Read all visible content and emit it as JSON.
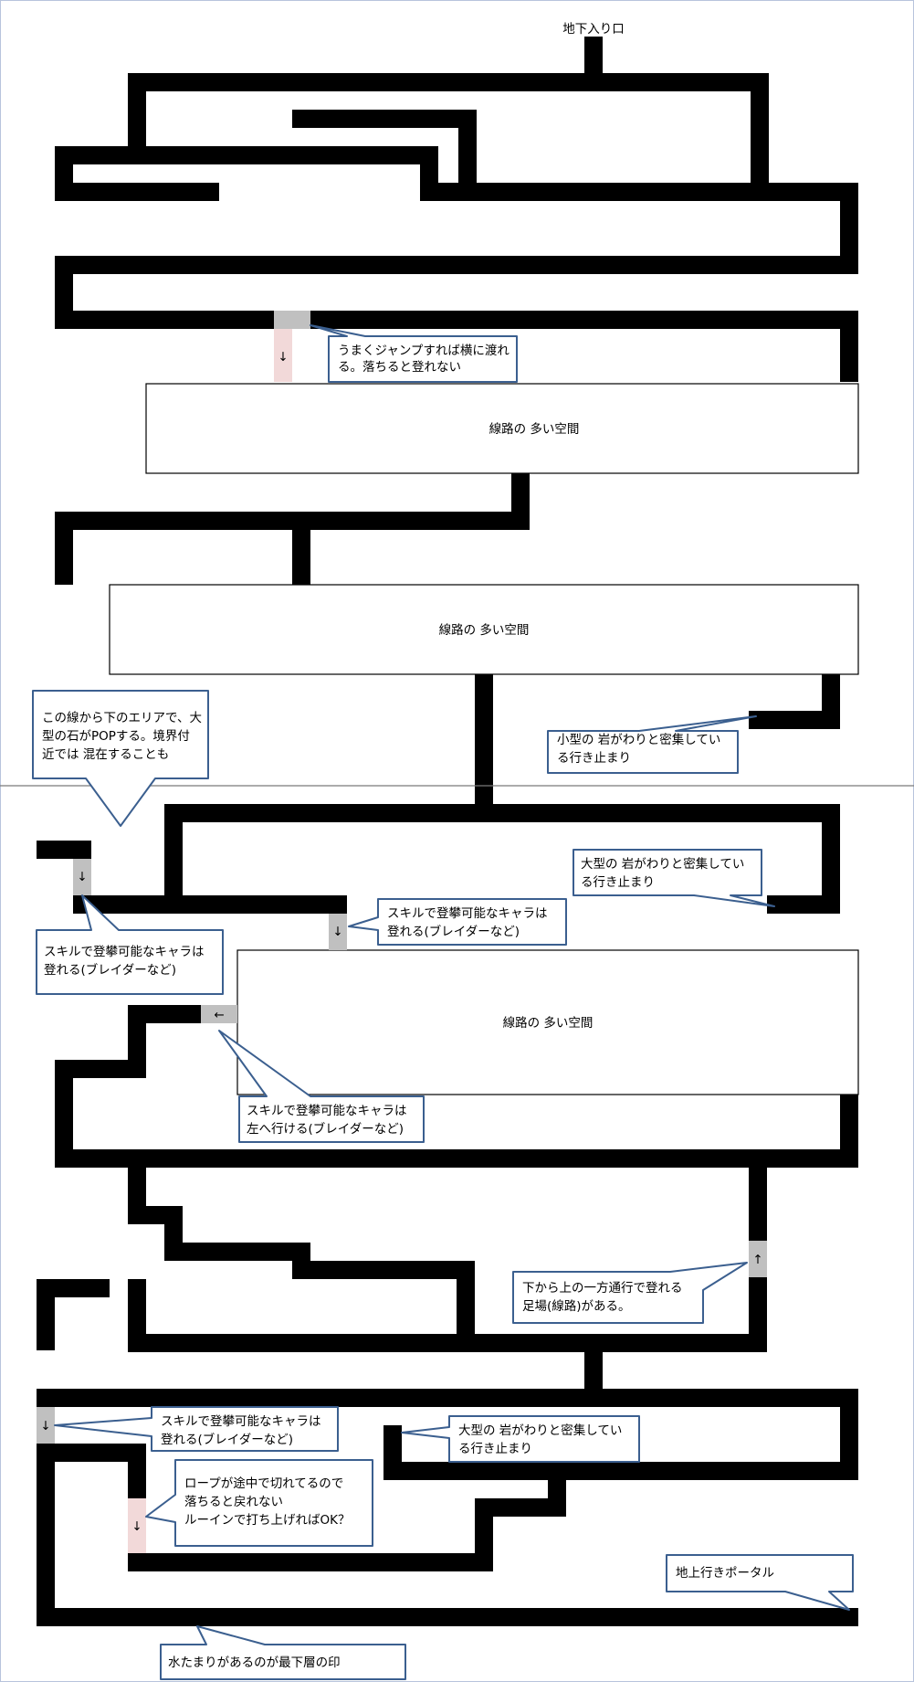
{
  "entrance": {
    "label": "地下入り口"
  },
  "rooms": [
    {
      "label": "線路の 多い空間"
    },
    {
      "label": "線路の 多い空間"
    },
    {
      "label": "線路の 多い空間"
    }
  ],
  "markers": [
    {
      "arrow": "↓",
      "kind": "drop"
    },
    {
      "arrow": "↓",
      "kind": "skill-climb"
    },
    {
      "arrow": "↓",
      "kind": "skill-climb"
    },
    {
      "arrow": "←",
      "kind": "skill-left"
    },
    {
      "arrow": "↑",
      "kind": "one-way-up"
    },
    {
      "arrow": "↓",
      "kind": "skill-climb"
    },
    {
      "arrow": "↓",
      "kind": "drop"
    }
  ],
  "callouts": [
    {
      "lines": [
        "うまくジャンプすれば横に渡れ",
        "る。落ちると登れない"
      ]
    },
    {
      "lines": [
        "小型の 岩がわりと密集してい",
        "る行き止まり"
      ]
    },
    {
      "lines": [
        "この線から下のエリアで、大",
        "型の石がPOPする。境界付",
        "近では 混在することも"
      ]
    },
    {
      "lines": [
        "大型の 岩がわりと密集してい",
        "る行き止まり"
      ]
    },
    {
      "lines": [
        "スキルで登攀可能なキャラは",
        "登れる(ブレイダーなど)"
      ]
    },
    {
      "lines": [
        "スキルで登攀可能なキャラは",
        "登れる(ブレイダーなど)"
      ]
    },
    {
      "lines": [
        "スキルで登攀可能なキャラは",
        "左へ行ける(ブレイダーなど)"
      ]
    },
    {
      "lines": [
        "下から上の一方通行で登れる",
        "足場(線路)がある。"
      ]
    },
    {
      "lines": [
        "スキルで登攀可能なキャラは",
        "登れる(ブレイダーなど)"
      ]
    },
    {
      "lines": [
        "大型の 岩がわりと密集してい",
        "る行き止まり"
      ]
    },
    {
      "lines": [
        "ロープが途中で切れてるので",
        "落ちると戻れない",
        "ルーインで打ち上げればOK？"
      ]
    },
    {
      "lines": [
        "地上行きポータル"
      ]
    },
    {
      "lines": [
        "水たまりがあるのが最下層の印"
      ]
    }
  ],
  "colors": {
    "wall": "#000000",
    "callout_border": "#3b5f8f",
    "marker_gray": "#c0c0c0",
    "marker_pink": "#f2d9d9",
    "room_border": "#000000",
    "boundary_line": "#7a7a7a"
  }
}
